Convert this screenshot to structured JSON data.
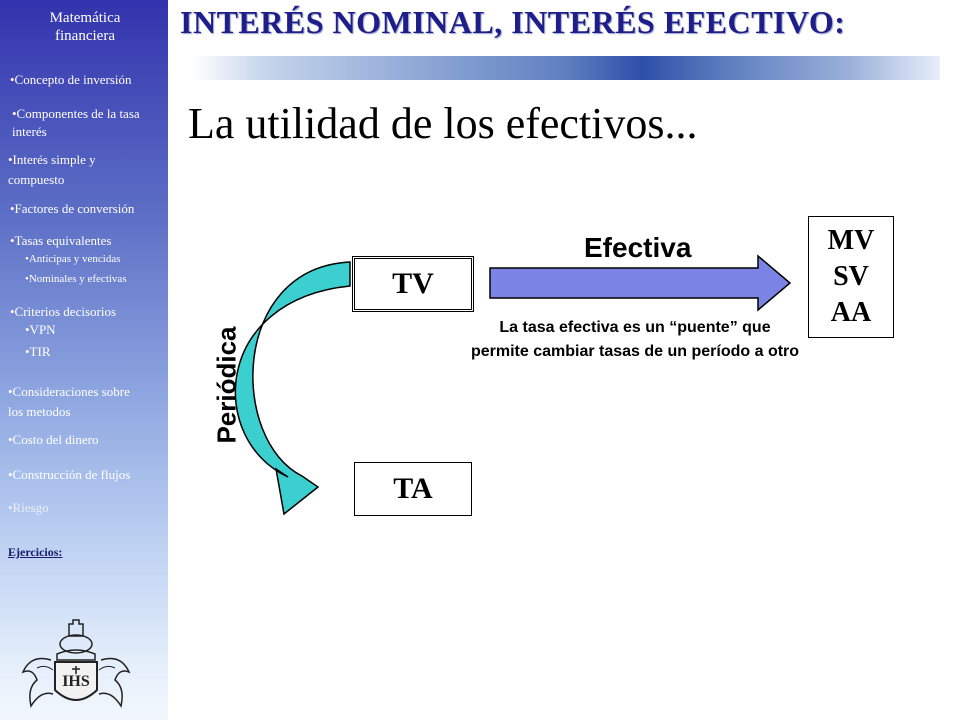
{
  "sidebar": {
    "app_title": "Matemática financiera",
    "items": [
      {
        "label": "•Concepto de inversión"
      },
      {
        "label": "•Componentes de la tasa"
      },
      {
        "label": "interés"
      },
      {
        "label": "•Interés simple y"
      },
      {
        "label": "compuesto"
      },
      {
        "label": "•Factores de conversión"
      },
      {
        "label": "•Tasas equivalentes"
      },
      {
        "label": "•Anticipas y vencidas"
      },
      {
        "label": "•Nominales y efectivas"
      },
      {
        "label": "•Criterios decisorios"
      },
      {
        "label": "•VPN"
      },
      {
        "label": "•TIR"
      },
      {
        "label": "•Consideraciones sobre"
      },
      {
        "label": "los metodos"
      },
      {
        "label": "•Costo del dinero"
      },
      {
        "label": "•Construcción de flujos"
      },
      {
        "label": "•Riesgo"
      }
    ],
    "exercises_label": "Ejercicios:",
    "crest_text": "IHS"
  },
  "header": {
    "title": "INTERÉS NOMINAL, INTERÉS EFECTIVO:"
  },
  "main": {
    "title": "La utilidad de los efectivos...",
    "box_tv": "TV",
    "box_ta": "TA",
    "box_right": [
      "MV",
      "SV",
      "AA"
    ],
    "arrow_label": "Efectiva",
    "curve_label": "Periódica",
    "explanation": "La tasa efectiva es un “puente” que permite cambiar tasas de un período a otro"
  },
  "colors": {
    "sidebar_top": "#3333ad",
    "header_title": "#1e1e8a",
    "arrow_fill": "#7b84e4",
    "curve_fill": "#3ccfcf"
  }
}
